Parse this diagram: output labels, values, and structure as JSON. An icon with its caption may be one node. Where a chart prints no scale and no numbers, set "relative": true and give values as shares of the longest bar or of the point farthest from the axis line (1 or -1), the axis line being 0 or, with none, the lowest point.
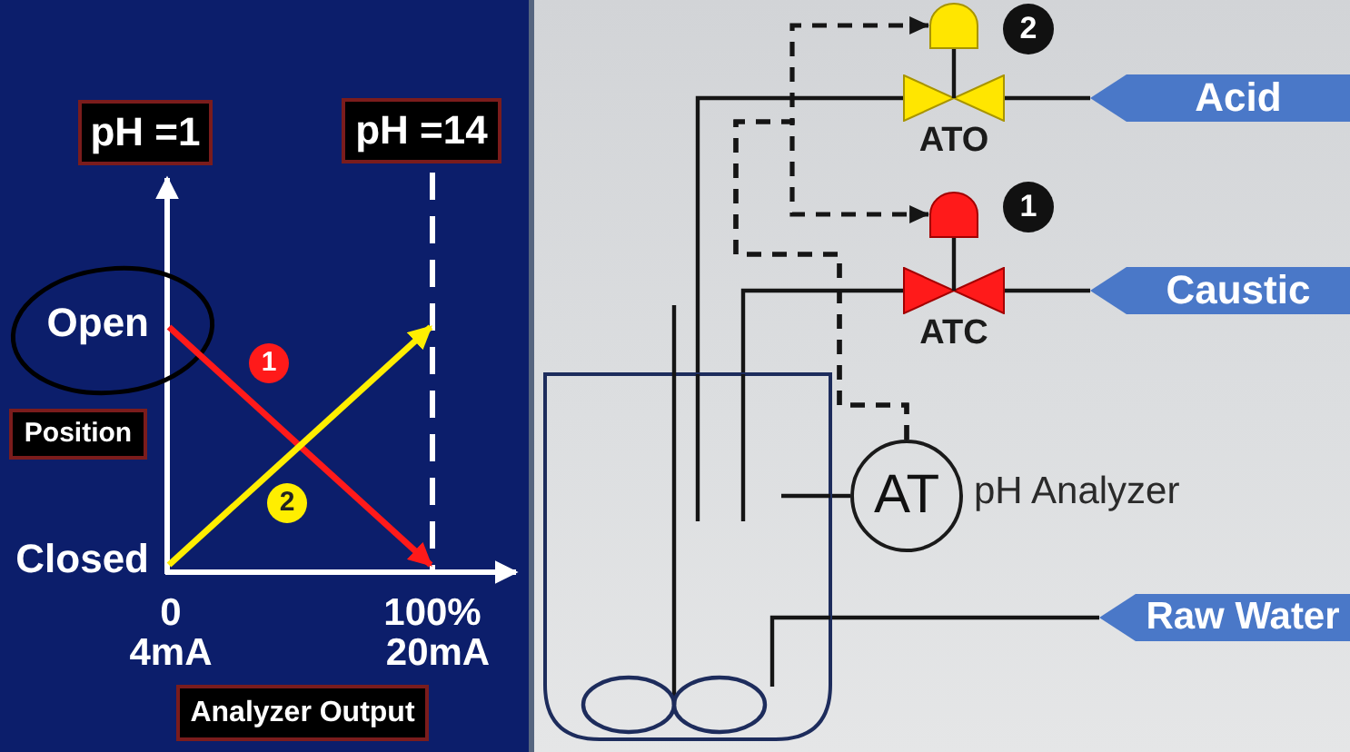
{
  "diagram": {
    "nodes": [
      {
        "text": [],
        "shape": "dome"
      },
      {
        "text": [],
        "shape": "valve",
        "beside": [
          "ATO"
        ]
      },
      {
        "text": [
          "Acid"
        ]
      },
      {
        "text": [],
        "shape": "dome"
      },
      {
        "text": [],
        "shape": "valve",
        "beside": [
          "ATC"
        ]
      },
      {
        "text": [
          "Caustic"
        ]
      },
      {
        "text": [],
        "shape": "tank"
      },
      {
        "text": [
          "AT"
        ],
        "beside": [
          "pH Analyzer"
        ]
      },
      {
        "text": [
          "Raw Water"
        ]
      }
    ],
    "edges": [
      {
        "from": 7,
        "to": 0,
        "arrow": "to",
        "style": "dashed"
      },
      {
        "from": 7,
        "to": 3,
        "arrow": "to",
        "style": "dashed"
      },
      {
        "from": 0,
        "to": 1,
        "arrow": "none"
      },
      {
        "from": 3,
        "to": 4,
        "arrow": "none"
      },
      {
        "from": 2,
        "to": 1,
        "arrow": "none"
      },
      {
        "from": 1,
        "to": 6,
        "arrow": "none"
      },
      {
        "from": 5,
        "to": 4,
        "arrow": "none"
      },
      {
        "from": 4,
        "to": 6,
        "arrow": "none"
      },
      {
        "from": 6,
        "to": 7,
        "arrow": "none"
      },
      {
        "from": 8,
        "to": 6,
        "arrow": "none"
      }
    ],
    "labels": [
      "pH =1",
      "pH =14",
      "Open",
      "Closed",
      "4mA",
      "20mA",
      "2",
      "1"
    ],
    "chart_data": {
      "type": "line",
      "xlabel": "Analyzer Output",
      "ylabel": "Position",
      "relative": true,
      "x": [
        0,
        100
      ],
      "xlim": [
        0,
        100
      ],
      "series": [
        {
          "name": "1",
          "color": "#ff1a1a",
          "values": [
            1,
            0
          ]
        },
        {
          "name": "2",
          "color": "#ffee00",
          "values": [
            0,
            1
          ]
        }
      ],
      "xticks": [
        {
          "value": 0,
          "label": "0"
        },
        {
          "value": 100,
          "label": "100%"
        }
      ]
    }
  }
}
